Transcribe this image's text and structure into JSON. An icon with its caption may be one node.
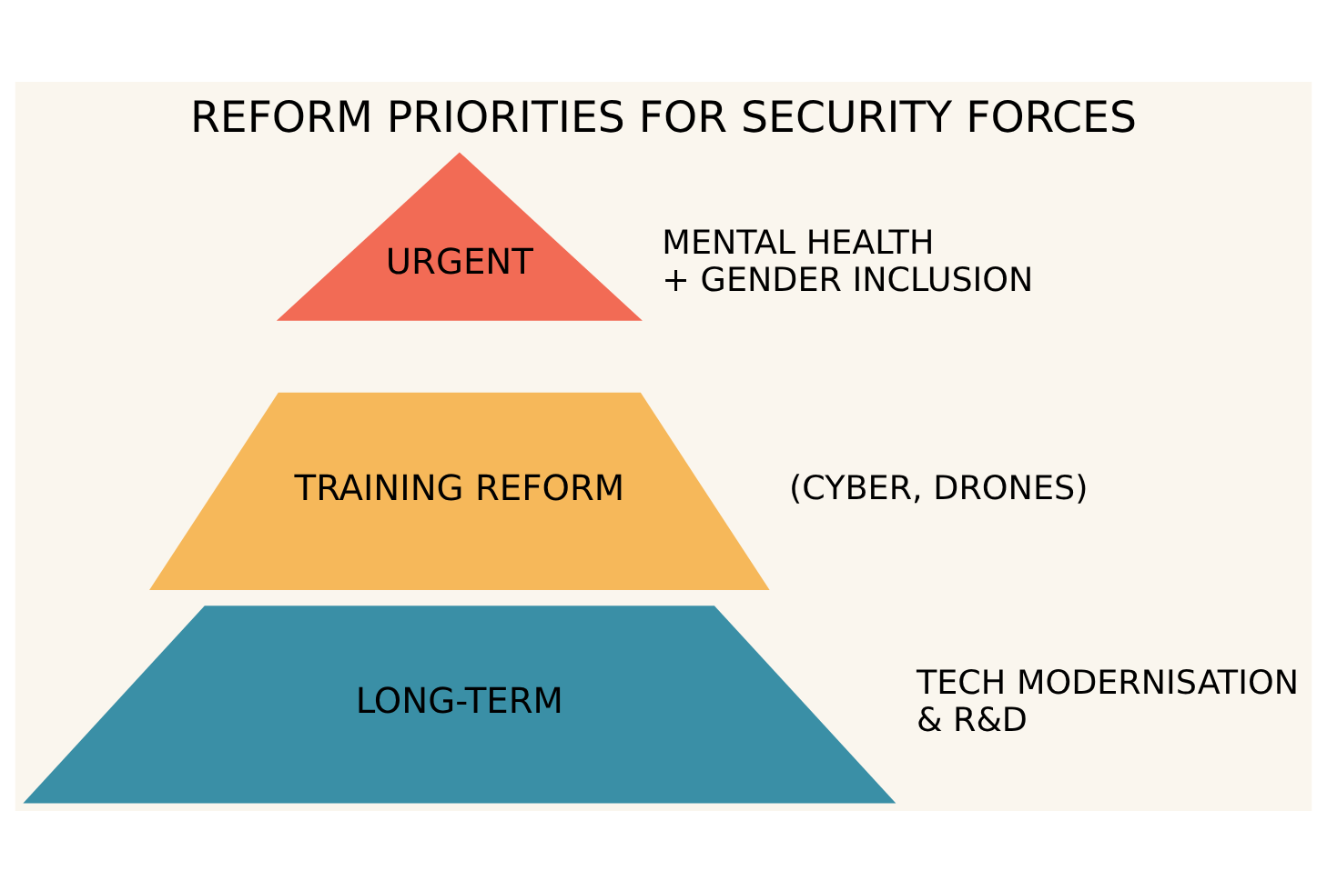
{
  "diagram": {
    "title": "REFORM PRIORITIES FOR SECURITY FORCES",
    "nodes": [
      {
        "text": [
          "URGENT"
        ],
        "beside": [
          "MENTAL HEALTH + GENDER INCLUSION"
        ]
      },
      {
        "text": [
          "TRAINING REFORM"
        ],
        "beside": [
          "(CYBER, DRONES)"
        ]
      },
      {
        "text": [
          "LONG-TERM"
        ],
        "beside": [
          "TECH MODERNISATION & R&D"
        ]
      }
    ]
  }
}
